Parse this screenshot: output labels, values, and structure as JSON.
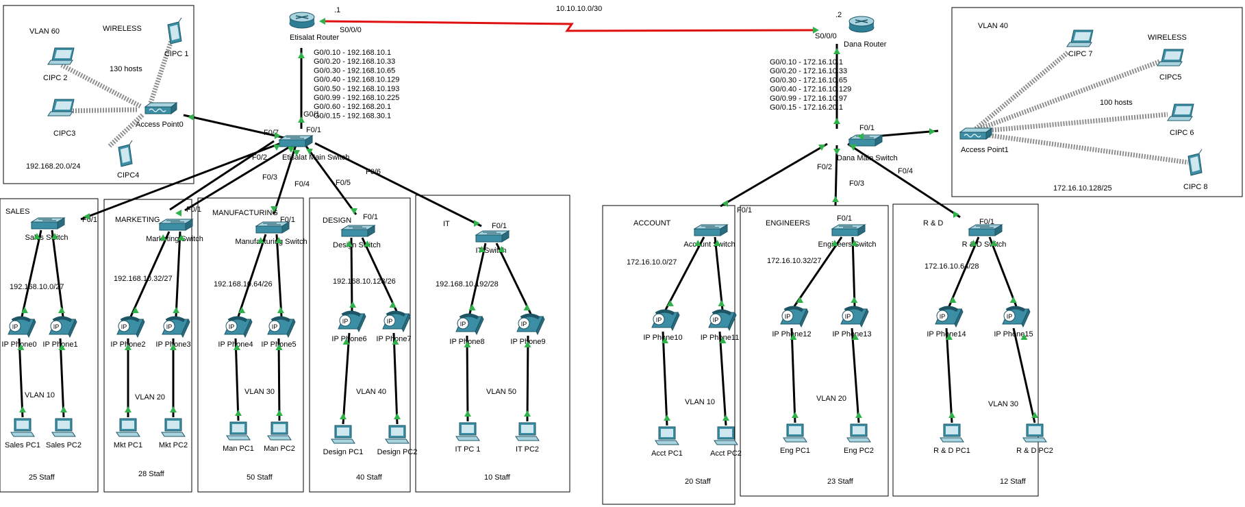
{
  "wan": {
    "network": "10.10.10.0/30",
    "left_ip": ".1",
    "right_ip": ".2"
  },
  "routers": {
    "left": {
      "name": "Etisalat Router",
      "serial": "S0/0/0",
      "port": "G0/1",
      "subifs": [
        "G0/0.10 - 192.168.10.1",
        "G0/0.20 - 192.168.10.33",
        "G0/0.30 - 192.168.10.65",
        "G0/0.40 - 192.168.10.129",
        "G0/0.50 - 192.168.10.193",
        "G0/0.99 - 192.168.10.225",
        "G0/0.60 - 192.168.20.1",
        "G0/0.15 - 192.168.30.1"
      ]
    },
    "right": {
      "name": "Dana Router",
      "serial": "S0/0/0",
      "subifs": [
        "G0/0.10 - 172.16.10.1",
        "G0/0.20 - 172.16.10.33",
        "G0/0.30 - 172.16.10.65",
        "G0/0.40 - 172.16.10.129",
        "G0/0.99 - 172.16.10.97",
        "G0/0.15 - 172.16.20.1"
      ]
    }
  },
  "main_switches": {
    "left": {
      "name": "Etisalat Main Switch",
      "uplink": "F0/1",
      "ports": [
        "F0/7",
        "F0/2",
        "F0/3",
        "F0/4",
        "F0/5",
        "F0/6"
      ]
    },
    "right": {
      "name": "Dana Main Switch",
      "uplink": "F0/1",
      "ports": [
        "F0/2",
        "F0/3",
        "F0/4"
      ]
    }
  },
  "wireless": {
    "left": {
      "vlan": "VLAN 60",
      "title": "WIRELESS",
      "hosts": "130 hosts",
      "subnet": "192.168.20.0/24",
      "ap": "Access Point0",
      "clients": [
        "CIPC 1",
        "CIPC 2",
        "CIPC3",
        "CIPC4"
      ]
    },
    "right": {
      "vlan": "VLAN 40",
      "title": "WIRELESS",
      "hosts": "100 hosts",
      "subnet": "172.16.10.128/25",
      "ap": "Access Point1",
      "clients": [
        "CIPC 7",
        "CIPC5",
        "CIPC 6",
        "CIPC 8"
      ]
    }
  },
  "departments": [
    {
      "title": "SALES",
      "uplink": "F0/1",
      "switch": "Sales Switch",
      "subnet": "192.168.10.0/27",
      "vlan": "VLAN 10",
      "staff": "25 Staff",
      "phones": [
        "IP Phone0",
        "IP Phone1"
      ],
      "pcs": [
        "Sales PC1",
        "Sales PC2"
      ]
    },
    {
      "title": "MARKETING",
      "uplink": "F0/1",
      "switch": "Marketing Switch",
      "subnet": "192.168.10.32/27",
      "vlan": "VLAN 20",
      "staff": "28 Staff",
      "phones": [
        "IP Phone2",
        "IP Phone3"
      ],
      "pcs": [
        "Mkt PC1",
        "Mkt PC2"
      ]
    },
    {
      "title": "MANUFACTURING",
      "uplink": "F0/1",
      "switch": "Manufacturing Switch",
      "subnet": "192.168.10.64/26",
      "vlan": "VLAN 30",
      "staff": "50 Staff",
      "phones": [
        "IP Phone4",
        "IP Phone5"
      ],
      "pcs": [
        "Man PC1",
        "Man PC2"
      ]
    },
    {
      "title": "DESIGN",
      "uplink": "F0/1",
      "switch": "Design Switch",
      "subnet": "192.168.10.128/26",
      "vlan": "VLAN 40",
      "staff": "40 Staff",
      "phones": [
        "IP Phone6",
        "IP Phone7"
      ],
      "pcs": [
        "Design PC1",
        "Design PC2"
      ]
    },
    {
      "title": "IT",
      "uplink": "F0/1",
      "switch": "IT Switch",
      "subnet": "192.168.10.192/28",
      "vlan": "VLAN 50",
      "staff": "10 Staff",
      "phones": [
        "IP Phone8",
        "IP Phone9"
      ],
      "pcs": [
        "IT PC 1",
        "IT PC2"
      ]
    },
    {
      "title": "ACCOUNT",
      "uplink": "F0/1",
      "switch": "Account Switch",
      "subnet": "172.16.10.0/27",
      "vlan": "VLAN 10",
      "staff": "20 Staff",
      "phones": [
        "IP Phone10",
        "IP Phone11"
      ],
      "pcs": [
        "Acct PC1",
        "Acct PC2"
      ]
    },
    {
      "title": "ENGINEERS",
      "uplink": "F0/1",
      "switch": "Engineers Switch",
      "subnet": "172.16.10.32/27",
      "vlan": "VLAN 20",
      "staff": "23 Staff",
      "phones": [
        "IP Phone12",
        "IP Phone13"
      ],
      "pcs": [
        "Eng PC1",
        "Eng PC2"
      ]
    },
    {
      "title": "R & D",
      "uplink": "F0/1",
      "switch": "R & D Switch",
      "subnet": "172.16.10.64/28",
      "vlan": "VLAN 30",
      "staff": "12 Staff",
      "phones": [
        "IP Phone14",
        "IP Phone15"
      ],
      "pcs": [
        "R & D PC1",
        "R & D PC2"
      ]
    }
  ],
  "colors": {
    "device": "#3c8ea5",
    "device_light": "#a9d3df",
    "port_indicator": "#2fb24a",
    "wan_link": "#e01010",
    "wireless_link": "#8c8c8c"
  }
}
